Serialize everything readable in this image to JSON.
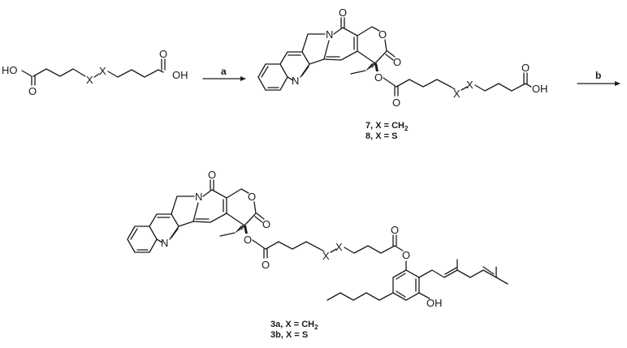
{
  "scheme": {
    "starting_material": {
      "atoms": {
        "ho_left": "HO",
        "o_left": "O",
        "x1": "X",
        "x2": "X",
        "o_right": "O",
        "oh_right": "OH"
      }
    },
    "step_a": {
      "label": "a"
    },
    "intermediate": {
      "atoms": {
        "n_quinoline": "N",
        "n_ring": "N",
        "o_carbonyl_top": "O",
        "o_lactone": "O",
        "o_lactone_carbonyl": "O",
        "o_ester": "O",
        "o_ester_carbonyl": "O",
        "x1": "X",
        "x2": "X",
        "o_acid": "O",
        "oh_acid": "OH"
      },
      "compounds": [
        {
          "id": "7",
          "prefix": "7, X = CH",
          "subscript": "2"
        },
        {
          "id": "8",
          "prefix": "8, X = S",
          "subscript": ""
        }
      ]
    },
    "step_b": {
      "label": "b"
    },
    "product": {
      "atoms": {
        "n_quinoline": "N",
        "n_ring": "N",
        "o_carbonyl_top": "O",
        "o_lactone": "O",
        "o_lactone_carbonyl": "O",
        "o_ester": "O",
        "o_ester_carbonyl": "O",
        "x1": "X",
        "x2": "X",
        "o_carbonyl_right": "O",
        "o_aryl_ester": "O",
        "oh": "OH"
      },
      "compounds": [
        {
          "id": "3a",
          "prefix": "3a, X = CH",
          "subscript": "2"
        },
        {
          "id": "3b",
          "prefix": "3b, X = S",
          "subscript": ""
        }
      ]
    }
  }
}
